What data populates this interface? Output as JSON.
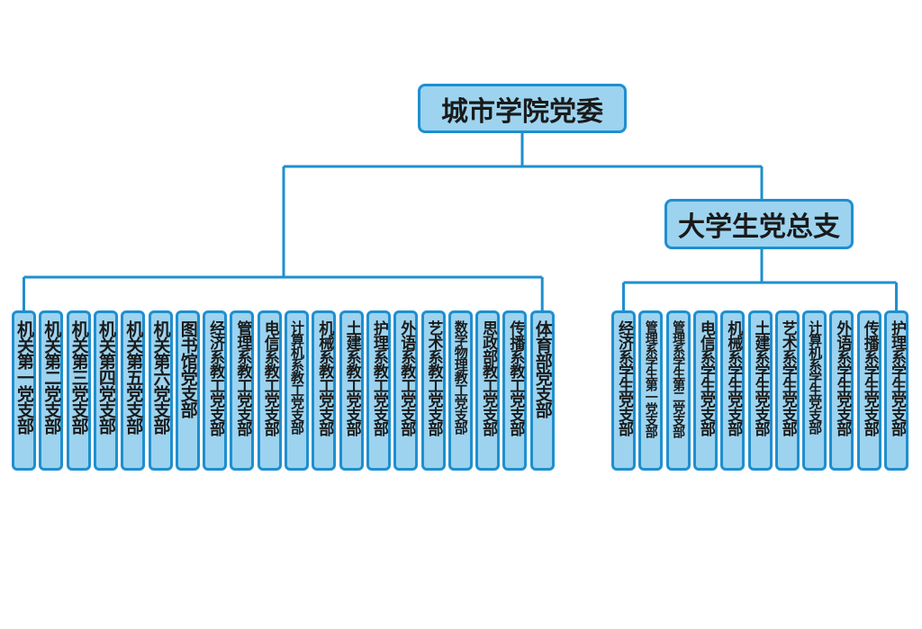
{
  "root": "城市学院党委",
  "sub_branch": "大学生党总支",
  "left_branches": [
    "机关第一党支部",
    "机关第二党支部",
    "机关第三党支部",
    "机关第四党支部",
    "机关第五党支部",
    "机关第六党支部",
    "图书馆党支部",
    "经济系教工党支部",
    "管理系教工党支部",
    "电信系教工党支部",
    "计算机系教工党支部",
    "机械系教工党支部",
    "土建系教工党支部",
    "护理系教工党支部",
    "外语系教工党支部",
    "艺术系教工党支部",
    "数学物理教工党支部",
    "思政部教工党支部",
    "传播系教工党支部",
    "体育部党支部"
  ],
  "right_branches": [
    "经济系学生党支部",
    "管理系学生第一党支部",
    "管理系学生第二党支部",
    "电信系学生党支部",
    "机械系学生党支部",
    "土建系学生党支部",
    "艺术系学生党支部",
    "计算机系学生党支部",
    "外语系学生党支部",
    "传播系学生党支部",
    "护理系学生党支部"
  ],
  "colors": {
    "box_fill": "#9dd3ef",
    "box_border": "#1f8fcf",
    "line": "#1f8fcf"
  }
}
